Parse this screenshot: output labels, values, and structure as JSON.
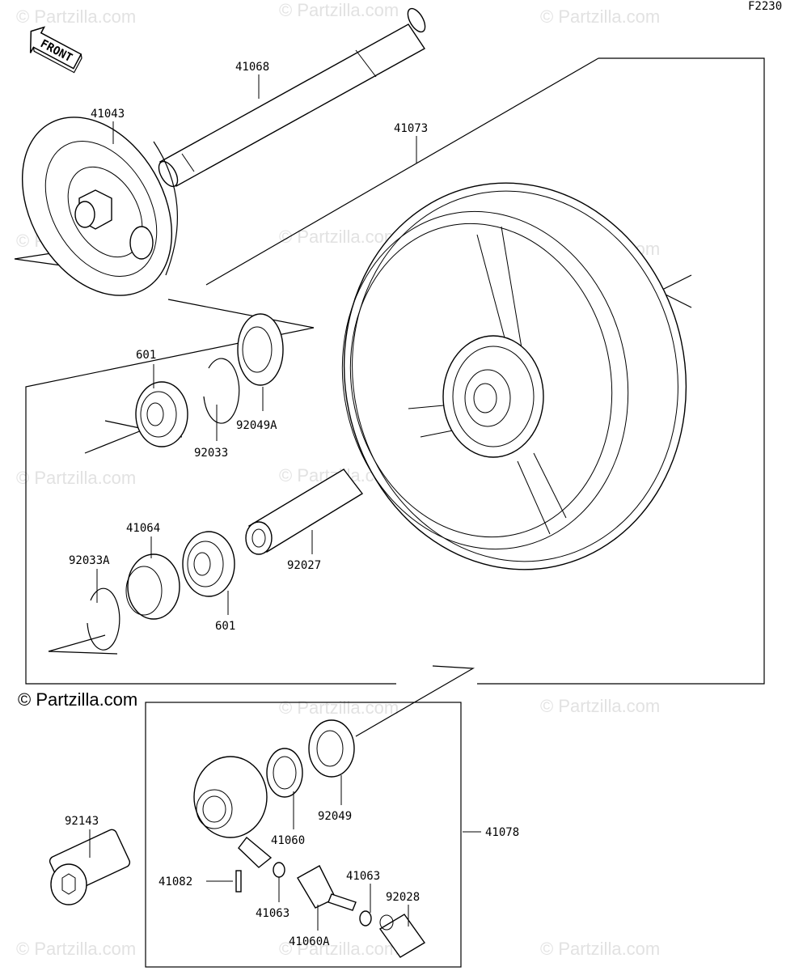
{
  "figure_id": "F2230",
  "direction_label": "FRONT",
  "copyright": "© Partzilla.com",
  "watermark": "© Partzilla.com",
  "parts": {
    "p41068": "41068",
    "p41043": "41043",
    "p41073": "41073",
    "p601_top": "601",
    "p92033": "92033",
    "p92049A": "92049A",
    "p41064": "41064",
    "p92033A": "92033A",
    "p601_bottom": "601",
    "p92027": "92027",
    "p92143": "92143",
    "p41078": "41078",
    "p41060": "41060",
    "p92049": "92049",
    "p41082": "41082",
    "p41063_left": "41063",
    "p41063_right": "41063",
    "p92028": "92028",
    "p41060A": "41060A"
  }
}
